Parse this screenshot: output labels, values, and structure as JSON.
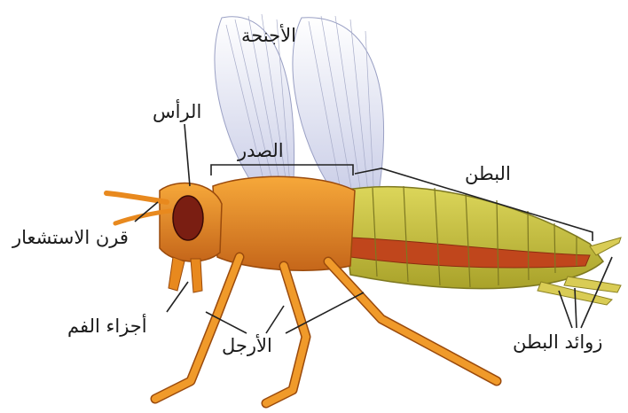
{
  "labels": {
    "wings": "الأجنحة",
    "head": "الرأس",
    "thorax": "الصدر",
    "abdomen": "البطن",
    "antenna": "قرن الاستشعار",
    "mouthparts": "أجزاء الفم",
    "legs": "الأرجل",
    "abdominal_appendages": "زوائد البطن"
  },
  "colors": {
    "body_orange": "#e8891e",
    "body_dark_orange": "#b85a10",
    "abdomen_yellow": "#c9c23a",
    "abdomen_red_stripe": "#c0461c",
    "eye": "#7a1e12",
    "wing_tint": "#c7cbe6",
    "leader_line": "#222222"
  }
}
